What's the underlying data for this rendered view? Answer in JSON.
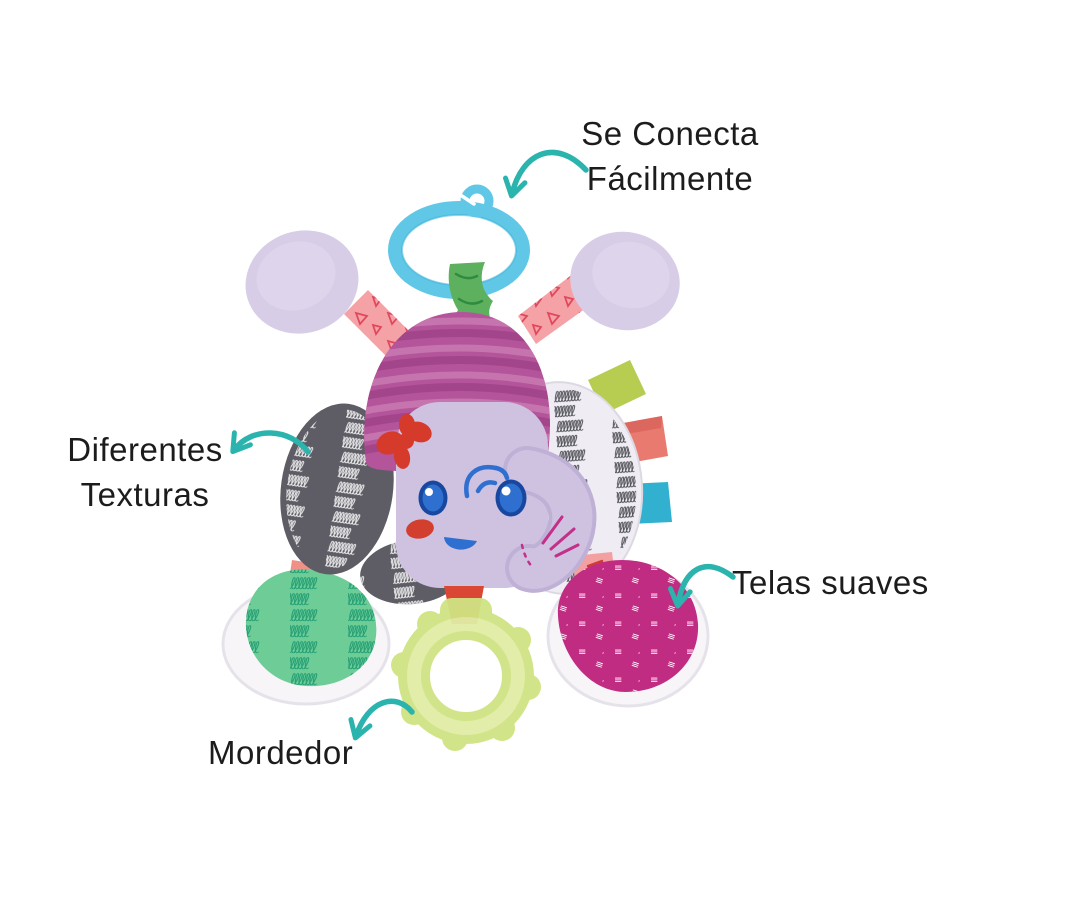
{
  "accent_color": "#2ab4ad",
  "text_color": "#1c1c1c",
  "background_color": "#ffffff",
  "callouts": {
    "connect_line1": "Se Conecta",
    "connect_line2": "Fácilmente",
    "textures_line1": "Diferentes",
    "textures_line2": "Texturas",
    "soft_fabrics": "Telas suaves",
    "teether": "Mordedor"
  },
  "icons": {
    "callout_arrow": "curved-arrow"
  },
  "toy": {
    "description_parts": [
      "clip-ring",
      "hanging-strap",
      "elephant-head",
      "ears",
      "trunk",
      "bow",
      "tags",
      "feet",
      "teether-ring"
    ],
    "colors": {
      "ring_blue": "#60c8e6",
      "strap_green": "#5cb05e",
      "head_magenta": "#b4549a",
      "face_lavender": "#cfc2e1",
      "paw_lavender": "#d8cde7",
      "arm_pink": "#f5a2a6",
      "ear_dark": "#5e5d65",
      "ear_light": "#efedf3",
      "bow_red": "#d63a2a",
      "eye_blue": "#2e6fd0",
      "cheek_red": "#d23f2e",
      "tag_lime": "#b6cd52",
      "tag_coral": "#e87a6f",
      "tag_teal": "#31b1cf",
      "foot_green": "#6ecd97",
      "foot_magenta": "#c02c82",
      "teether_green": "#d0e383",
      "ribbon_red": "#da4734"
    }
  }
}
